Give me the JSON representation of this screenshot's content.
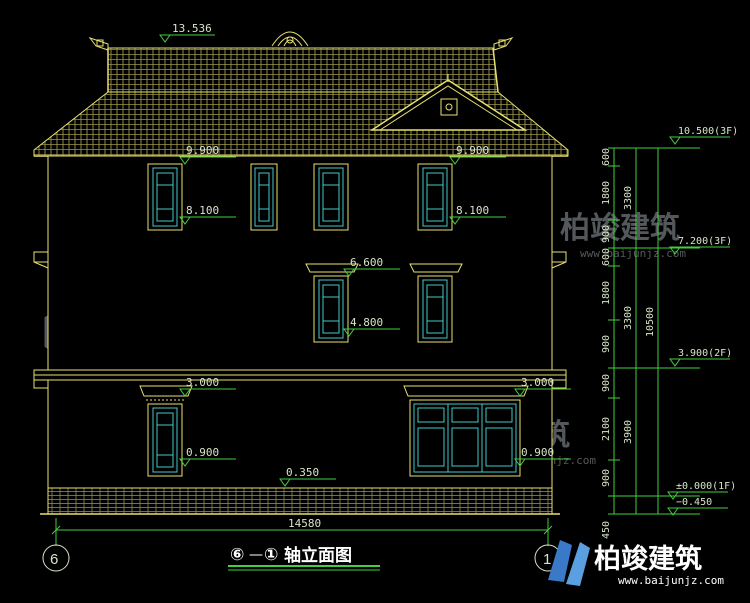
{
  "drawing": {
    "roof_ridge_elevation": "13.536",
    "title_left_axis": "⑥",
    "title_dash": "—",
    "title_right_axis": "①",
    "title_text": "轴立面图",
    "total_width": "14580",
    "axis_left": "6",
    "axis_right": "1"
  },
  "elevation_marks": [
    {
      "label": "9.900"
    },
    {
      "label": "9.900"
    },
    {
      "label": "8.100"
    },
    {
      "label": "8.100"
    },
    {
      "label": "6.600"
    },
    {
      "label": "4.800"
    },
    {
      "label": "3.000"
    },
    {
      "label": "3.000"
    },
    {
      "label": "0.900"
    },
    {
      "label": "0.900"
    },
    {
      "label": "0.350"
    }
  ],
  "right_dimensions": {
    "levels": [
      {
        "label": "10.500(3F)"
      },
      {
        "label": "7.200(3F)"
      },
      {
        "label": "3.900(2F)"
      },
      {
        "label": "±0.000(1F)"
      },
      {
        "label": "−0.450"
      }
    ],
    "segments": [
      "600",
      "1800",
      "900",
      "600",
      "1800",
      "900",
      "900",
      "2100",
      "900",
      "450"
    ],
    "subtotals": [
      "3300",
      "3300",
      "3900"
    ],
    "total": "10500"
  },
  "watermark": {
    "brand": "柏竣建筑",
    "url": "www.baijunjz.com"
  },
  "colors": {
    "outline": "#e8e070",
    "window": "#40c8c8",
    "dim": "#40d040",
    "text": "#d8e4c8",
    "watermark": "#8a8f98"
  }
}
